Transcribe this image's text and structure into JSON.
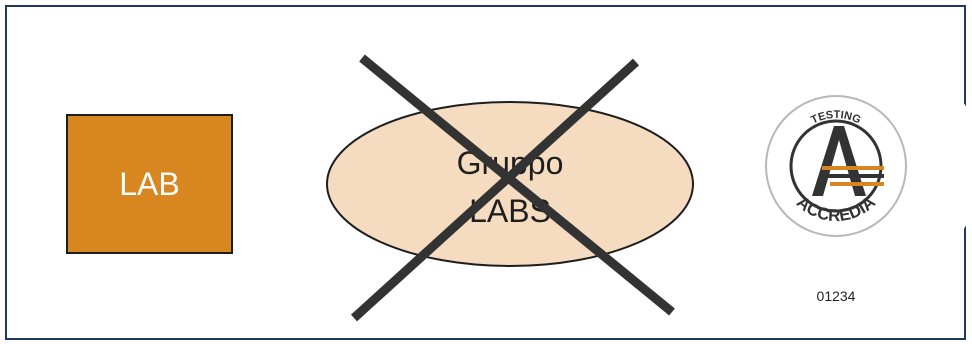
{
  "lab_box": {
    "label": "LAB",
    "fill_color": "#d8861f"
  },
  "group_ellipse": {
    "line1": "Gruppo",
    "line2": "LABS",
    "fill_color": "#f5dcc0",
    "crossed_out": true,
    "cross_color": "#333333"
  },
  "accreditation_logo": {
    "top_text": "TESTING",
    "bottom_text": "ACCREDIA",
    "accent_color": "#d8861f",
    "certificate_number": "01234"
  }
}
